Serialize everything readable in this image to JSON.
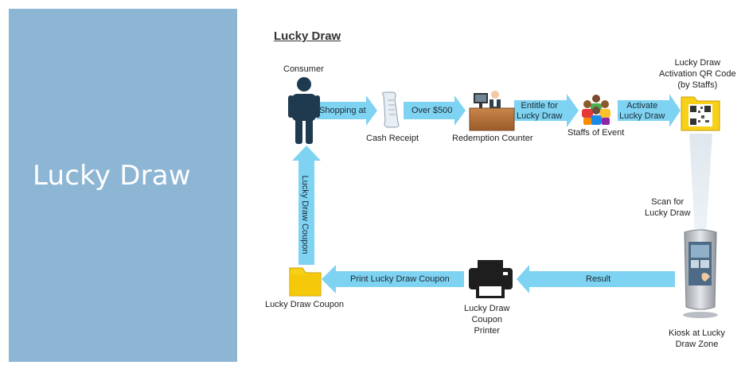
{
  "slide": {
    "left_title": "Lucky Draw",
    "diagram_title": "Lucky Draw"
  },
  "nodes": {
    "consumer": "Consumer",
    "cash_receipt": "Cash Receipt",
    "redemption_counter": "Redemption Counter",
    "staffs_of_event": "Staffs of Event",
    "qr_code": [
      "Lucky Draw",
      "Activation QR Code",
      "(by Staffs)"
    ],
    "scan_for": [
      "Scan for",
      "Lucky Draw"
    ],
    "kiosk": [
      "Kiosk at Lucky",
      "Draw Zone"
    ],
    "printer": [
      "Lucky Draw",
      "Coupon",
      "Printer"
    ],
    "coupon": "Lucky Draw Coupon"
  },
  "arrows": {
    "shopping_at": "Shopping at",
    "over_500": "Over $500",
    "entitle_for": [
      "Entitle for",
      "Lucky Draw"
    ],
    "activate": [
      "Activate",
      "Lucky Draw"
    ],
    "result": "Result",
    "print_coupon": "Print Lucky Draw Coupon",
    "coupon_to_consumer": "Lucky Draw Coupon"
  },
  "colors": {
    "panel": "#8db5d4",
    "arrow": "#7fd3f2",
    "folder": "#f7d117"
  }
}
